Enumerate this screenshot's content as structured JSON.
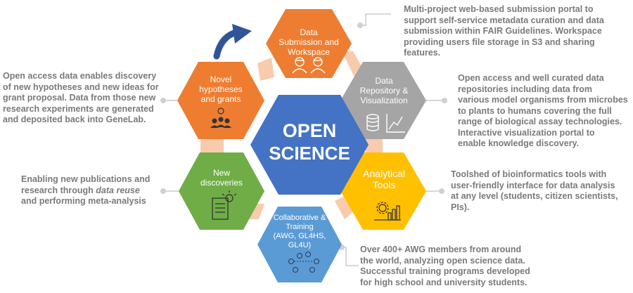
{
  "center": {
    "line1": "OPEN",
    "line2": "SCIENCE"
  },
  "hexagons": {
    "data_submission": {
      "label": [
        "Data",
        "Submission and",
        "Workspace"
      ]
    },
    "data_repository": {
      "label": [
        "Data",
        "Repository &",
        "Visualization"
      ]
    },
    "analytical_tools": {
      "label": [
        "Analytical",
        "Tools"
      ]
    },
    "collaborative_training": {
      "label": [
        "Collaborative &",
        "Training",
        "(AWG, GL4HS,",
        "GL4U)"
      ]
    },
    "new_discoveries": {
      "label": [
        "New",
        "discoveries"
      ]
    },
    "novel_hypotheses": {
      "label": [
        "Novel",
        "hypotheses",
        "and grants"
      ]
    }
  },
  "descriptions": {
    "submission": [
      "Multi-project web-based submission portal to",
      "support self-service metadata curation and data",
      "submission within FAIR Guidelines. Workspace",
      "providing users file storage in S3 and sharing",
      "features."
    ],
    "repository": [
      "Open access and well curated data",
      "repositories  including data from",
      "various model organisms from microbes",
      "to plants to humans covering the full",
      "range of biological assay technologies.",
      "Interactive visualization portal to",
      "enable knowledge discovery."
    ],
    "tools": [
      "Toolshed of bioinformatics tools with",
      "user-friendly interface for data analysis",
      "at any level (students, citizen scientists,",
      "PIs)."
    ],
    "training": [
      "Over 400+ AWG members from around",
      "the world, analyzing open science data.",
      "Successful training programs developed",
      "for high school and university students."
    ],
    "reuse": {
      "line1": "Enabling new publications and",
      "line2_before": "research through ",
      "line2_em": "data reuse",
      "line3": "and performing meta-analysis"
    },
    "hypotheses": [
      "Open access data enables discovery",
      "of new hypotheses and new ideas for",
      "grant proposal. Data from those new",
      "research experiments are generated",
      "and deposited back into GeneLab."
    ]
  },
  "colors": {
    "orange": "#ee7d31",
    "gray": "#a5a5a5",
    "yellow": "#ffc000",
    "blue_light": "#5b9bd5",
    "green": "#70ad47",
    "blue_center": "#4472c4",
    "arrow": "#2f5597",
    "connector": "#f8cbad",
    "leader": "#bfbfbf",
    "text": "#7a7a7a"
  },
  "icons": {
    "data_submission": "scientists-icon",
    "data_repository": "database-chart-icon",
    "analytical_tools": "gear-chart-icon",
    "collaborative_training": "network-people-icon",
    "new_discoveries": "document-lightbulb-icon",
    "novel_hypotheses": "idea-group-icon"
  }
}
